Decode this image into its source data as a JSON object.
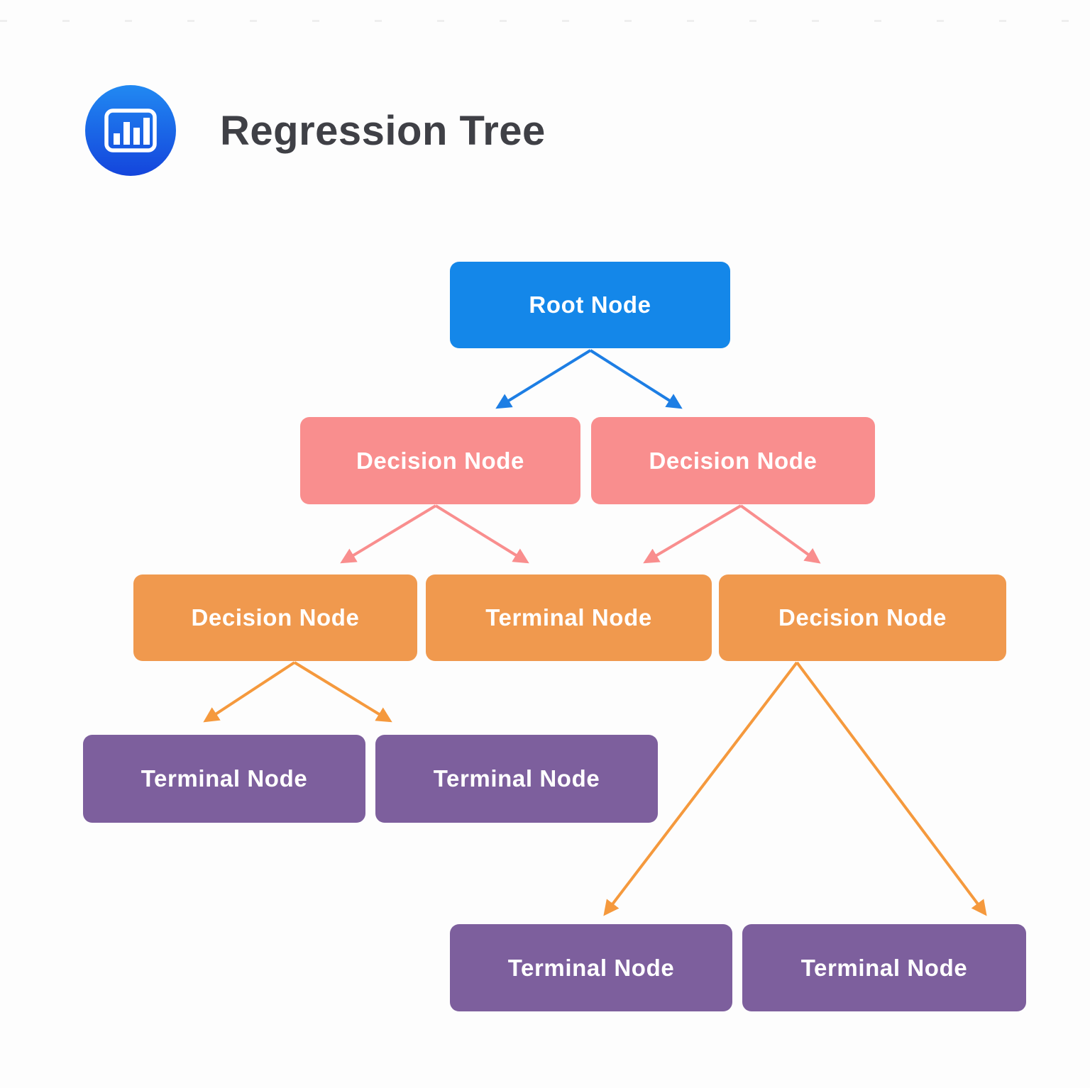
{
  "header": {
    "title": "Regression Tree",
    "icon": "bar-chart-icon"
  },
  "colors": {
    "background": "#FDFDFD",
    "title_text": "#3F4046",
    "node_text": "#FFFFFF",
    "root_node": "#1487E9",
    "decision_node_pink": "#F98E8E",
    "level3_orange": "#F0994E",
    "terminal_node_purple": "#7D5F9D",
    "arrow_blue": "#1D7EE4",
    "arrow_pink": "#F98E8E",
    "arrow_orange": "#F5993D",
    "icon_gradient_top": "#2189F2",
    "icon_gradient_bottom": "#1445DC"
  },
  "tree": {
    "nodes": [
      {
        "id": "root",
        "label": "Root Node",
        "type": "root"
      },
      {
        "id": "decision-level2-left",
        "label": "Decision Node",
        "type": "decision"
      },
      {
        "id": "decision-level2-right",
        "label": "Decision Node",
        "type": "decision"
      },
      {
        "id": "decision-level3-left",
        "label": "Decision Node",
        "type": "decision"
      },
      {
        "id": "terminal-level3-mid",
        "label": "Terminal Node",
        "type": "terminal"
      },
      {
        "id": "decision-level3-right",
        "label": "Decision Node",
        "type": "decision"
      },
      {
        "id": "terminal-level4-left",
        "label": "Terminal Node",
        "type": "terminal"
      },
      {
        "id": "terminal-level4-right",
        "label": "Terminal Node",
        "type": "terminal"
      },
      {
        "id": "terminal-level5-left",
        "label": "Terminal Node",
        "type": "terminal"
      },
      {
        "id": "terminal-level5-right",
        "label": "Terminal Node",
        "type": "terminal"
      }
    ]
  }
}
